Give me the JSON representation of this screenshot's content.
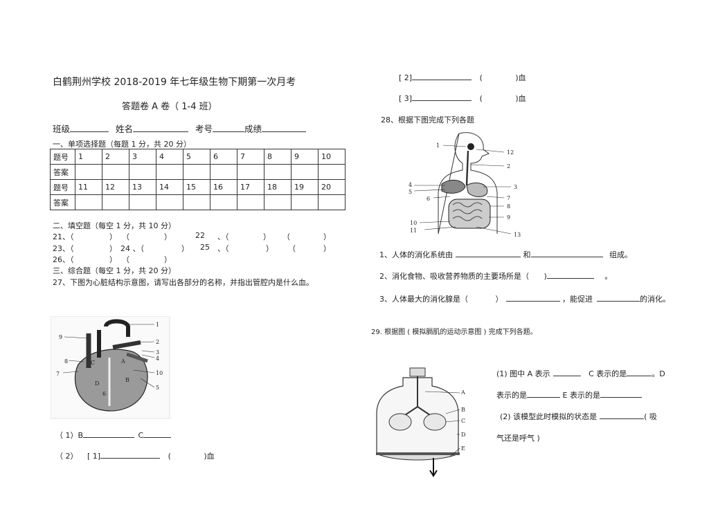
{
  "header": {
    "title": "白鹤荆州学校   2018-2019 年七年级生物下期第一次月考",
    "subtitle": "答题卷  A 卷（ 1-4  班）",
    "class_label": "班级",
    "name_label": "姓名",
    "exam_no_label": "考号",
    "score_label": "成绩"
  },
  "section1": {
    "heading": "一、单项选择题（每题  1 分，共 20 分）",
    "row_label_q": "题号",
    "row_label_a": "答案",
    "row1_numbers": [
      "1",
      "2",
      "3",
      "4",
      "5",
      "6",
      "7",
      "8",
      "9",
      "10"
    ],
    "row2_numbers": [
      "11",
      "12",
      "13",
      "14",
      "15",
      "16",
      "17",
      "18",
      "19",
      "20"
    ]
  },
  "section2": {
    "heading": "二、填空题（每空  1 分，共 10 分）",
    "q21": "21、（",
    "q22": "22",
    "q23": "23、（",
    "q24": "24 、（",
    "q25": "25",
    "q26": "26、（",
    "close_paren": "）",
    "open_paren": "（",
    "open_paren_dot": "、（"
  },
  "section3": {
    "heading": "三、综合题（每空  1 分，共 20 分）",
    "q27": "27、下图为心脏结构示意图，请写出各部分的名称，并指出管腔内是什么血。",
    "q27_1_prefix": "（ 1）B",
    "q27_1_c": "C",
    "q27_2_prefix": "（ 2）",
    "item1": "[ 1]",
    "item2": "[ 2]",
    "item3": "[ 3]",
    "blood_suffix": ")血",
    "open_paren": "(",
    "heart_labels": [
      "1",
      "2",
      "3",
      "4",
      "5",
      "6",
      "7",
      "8",
      "9",
      "10",
      "A",
      "B",
      "C",
      "D"
    ],
    "q28": "28、根据下图完成下列各题",
    "digestive_labels": [
      "1",
      "2",
      "3",
      "4",
      "5",
      "6",
      "7",
      "8",
      "9",
      "10",
      "11",
      "12",
      "13"
    ],
    "q28_1_a": "1、人体的消化系统由",
    "q28_1_b": "和",
    "q28_1_c": "组成。",
    "q28_2_a": "2、消化食物、吸收营养物质的主要场所是（",
    "q28_2_b": ")",
    "q28_2_c": "。",
    "q28_3_a": "3、人体最大的消化腺是（",
    "q28_3_b": "）",
    "q28_3_c": "，能促进",
    "q28_3_d": "的消化。",
    "q29": "29. 根据图 ( 模拟膈肌的运动示意图  ) 完成下列各题。",
    "model_labels": [
      "A",
      "B",
      "C",
      "D",
      "E"
    ],
    "q29_1_a": "(1) 图中 A 表示",
    "q29_1_b": "C 表示的是",
    "q29_1_c": "。D",
    "q29_1_d": "表示的是",
    "q29_1_e": "E 表示的是",
    "q29_2_a": "(2) 该模型此时模拟的状态是",
    "q29_2_b": "( 吸",
    "q29_2_c": "气还是呼气 )"
  }
}
